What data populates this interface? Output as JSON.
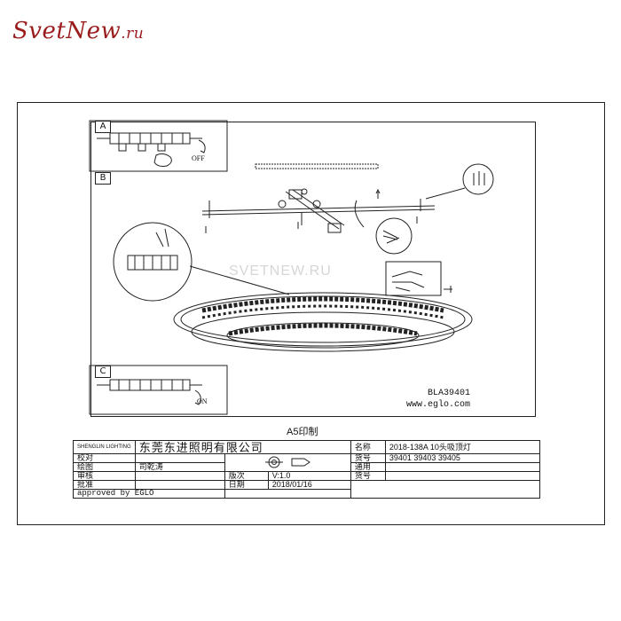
{
  "logo": {
    "name": "SvetNew",
    "tld": ".ru"
  },
  "watermark": "SVETNEW.RU",
  "panels": {
    "a": "A",
    "b": "B",
    "c": "C"
  },
  "switch_states": {
    "off": "OFF",
    "on": "ON"
  },
  "model": "BLA39401",
  "website": "www.eglo.com",
  "caption": "A5印制",
  "title_block": {
    "company": "东莞东进照明有限公司",
    "maker_logo_text": "SHENGLIN LIGHTING",
    "rows": [
      {
        "label": "校对",
        "value": ""
      },
      {
        "label": "绘图",
        "value": "司乾涛"
      },
      {
        "label": "审核",
        "value": ""
      },
      {
        "label": "批准",
        "value": ""
      }
    ],
    "approved": "approved by EGLO",
    "version_label": "版次",
    "version_value": "V:1.0",
    "date_label": "日期",
    "date_value": "2018/01/16",
    "name_label": "名称",
    "name_value": "2018-138A 10头吸顶灯",
    "item_label": "货号",
    "item_value": "39401 39403 39405",
    "common_label": "通用",
    "common_label2": "货号"
  },
  "colors": {
    "logo": "#9b1c1c",
    "line": "#222222",
    "watermark": "#d6d6d6"
  }
}
